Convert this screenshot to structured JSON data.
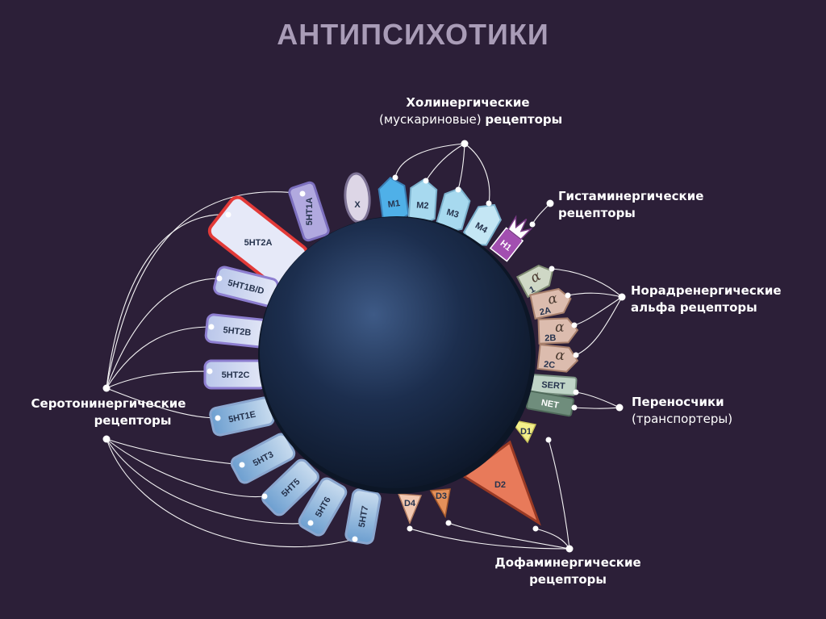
{
  "title": "АНТИПСИХОТИКИ",
  "groups": {
    "cholinergic": {
      "line1": "Холинергические",
      "line2_normal": "(мускариновые)",
      "line2_bold": "рецепторы"
    },
    "histaminergic": {
      "line1": "Гистаминергические",
      "line2": "рецепторы"
    },
    "noradrenergic": {
      "line1": "Норадренергические",
      "line2": "альфа рецепторы"
    },
    "transporters": {
      "line1": "Переносчики",
      "line2": "(транспортеры)"
    },
    "serotonergic": {
      "line1": "Серотонинергические",
      "line2": "рецепторы"
    },
    "dopaminergic": {
      "line1": "Дофаминергические",
      "line2": "рецепторы"
    }
  },
  "receptors": {
    "x": "X",
    "m1": "M1",
    "m2": "M2",
    "m3": "M3",
    "m4": "M4",
    "h1": "H1",
    "alpha_symbol": "α",
    "a1": "1",
    "a2a": "2A",
    "a2b": "2B",
    "a2c": "2C",
    "sert": "SERT",
    "net": "NET",
    "d1": "D1",
    "d2": "D2",
    "d3": "D3",
    "d4": "D4",
    "ht1a": "5HT1A",
    "ht2a": "5HT2A",
    "ht1bd": "5HT1B/D",
    "ht2b": "5HT2B",
    "ht2c": "5HT2C",
    "ht1e": "5HT1E",
    "ht3": "5HT3",
    "ht5": "5HT5",
    "ht6": "5HT6",
    "ht7": "5HT7"
  },
  "colors": {
    "background": "#2c1f38",
    "sphere": "#1b2c4a",
    "serotonin_outline": "#8d7ed0",
    "serotonin_fill": "#d4d7f2",
    "serotonin_blue": "#6a9bcc",
    "muscarinic": "#a9dcf0",
    "m1": "#55b2e8",
    "histamine": "#a24fb0",
    "alpha": "#dcbcae",
    "transporter": "#6f8d7c",
    "dopamine_d2": "#e87a5a",
    "highlight_5ht2a": "#e23a38"
  }
}
